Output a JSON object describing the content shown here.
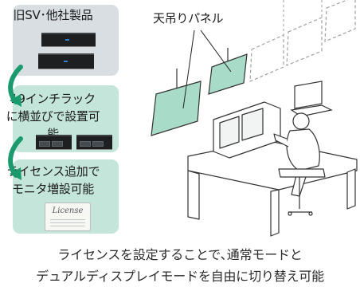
{
  "left_column": {
    "box1_title": "旧SV･他社製品",
    "box2_title": "19インチラックに横並びで設置可能",
    "box3_title": "ライセンス追加でモニタ増設可能",
    "license_label": "License"
  },
  "illustration": {
    "panel_label": "天吊りパネル"
  },
  "caption": {
    "line1": "ライセンスを設定することで､通常モードと",
    "line2": "デュアルディスプレイモードを自由に切り替え可能"
  },
  "colors": {
    "gray_box": "#d9dee3",
    "green_box": "#c4e6da",
    "arrow_green": "#1a9a6d",
    "panel_fill": "#a9dcc8"
  }
}
